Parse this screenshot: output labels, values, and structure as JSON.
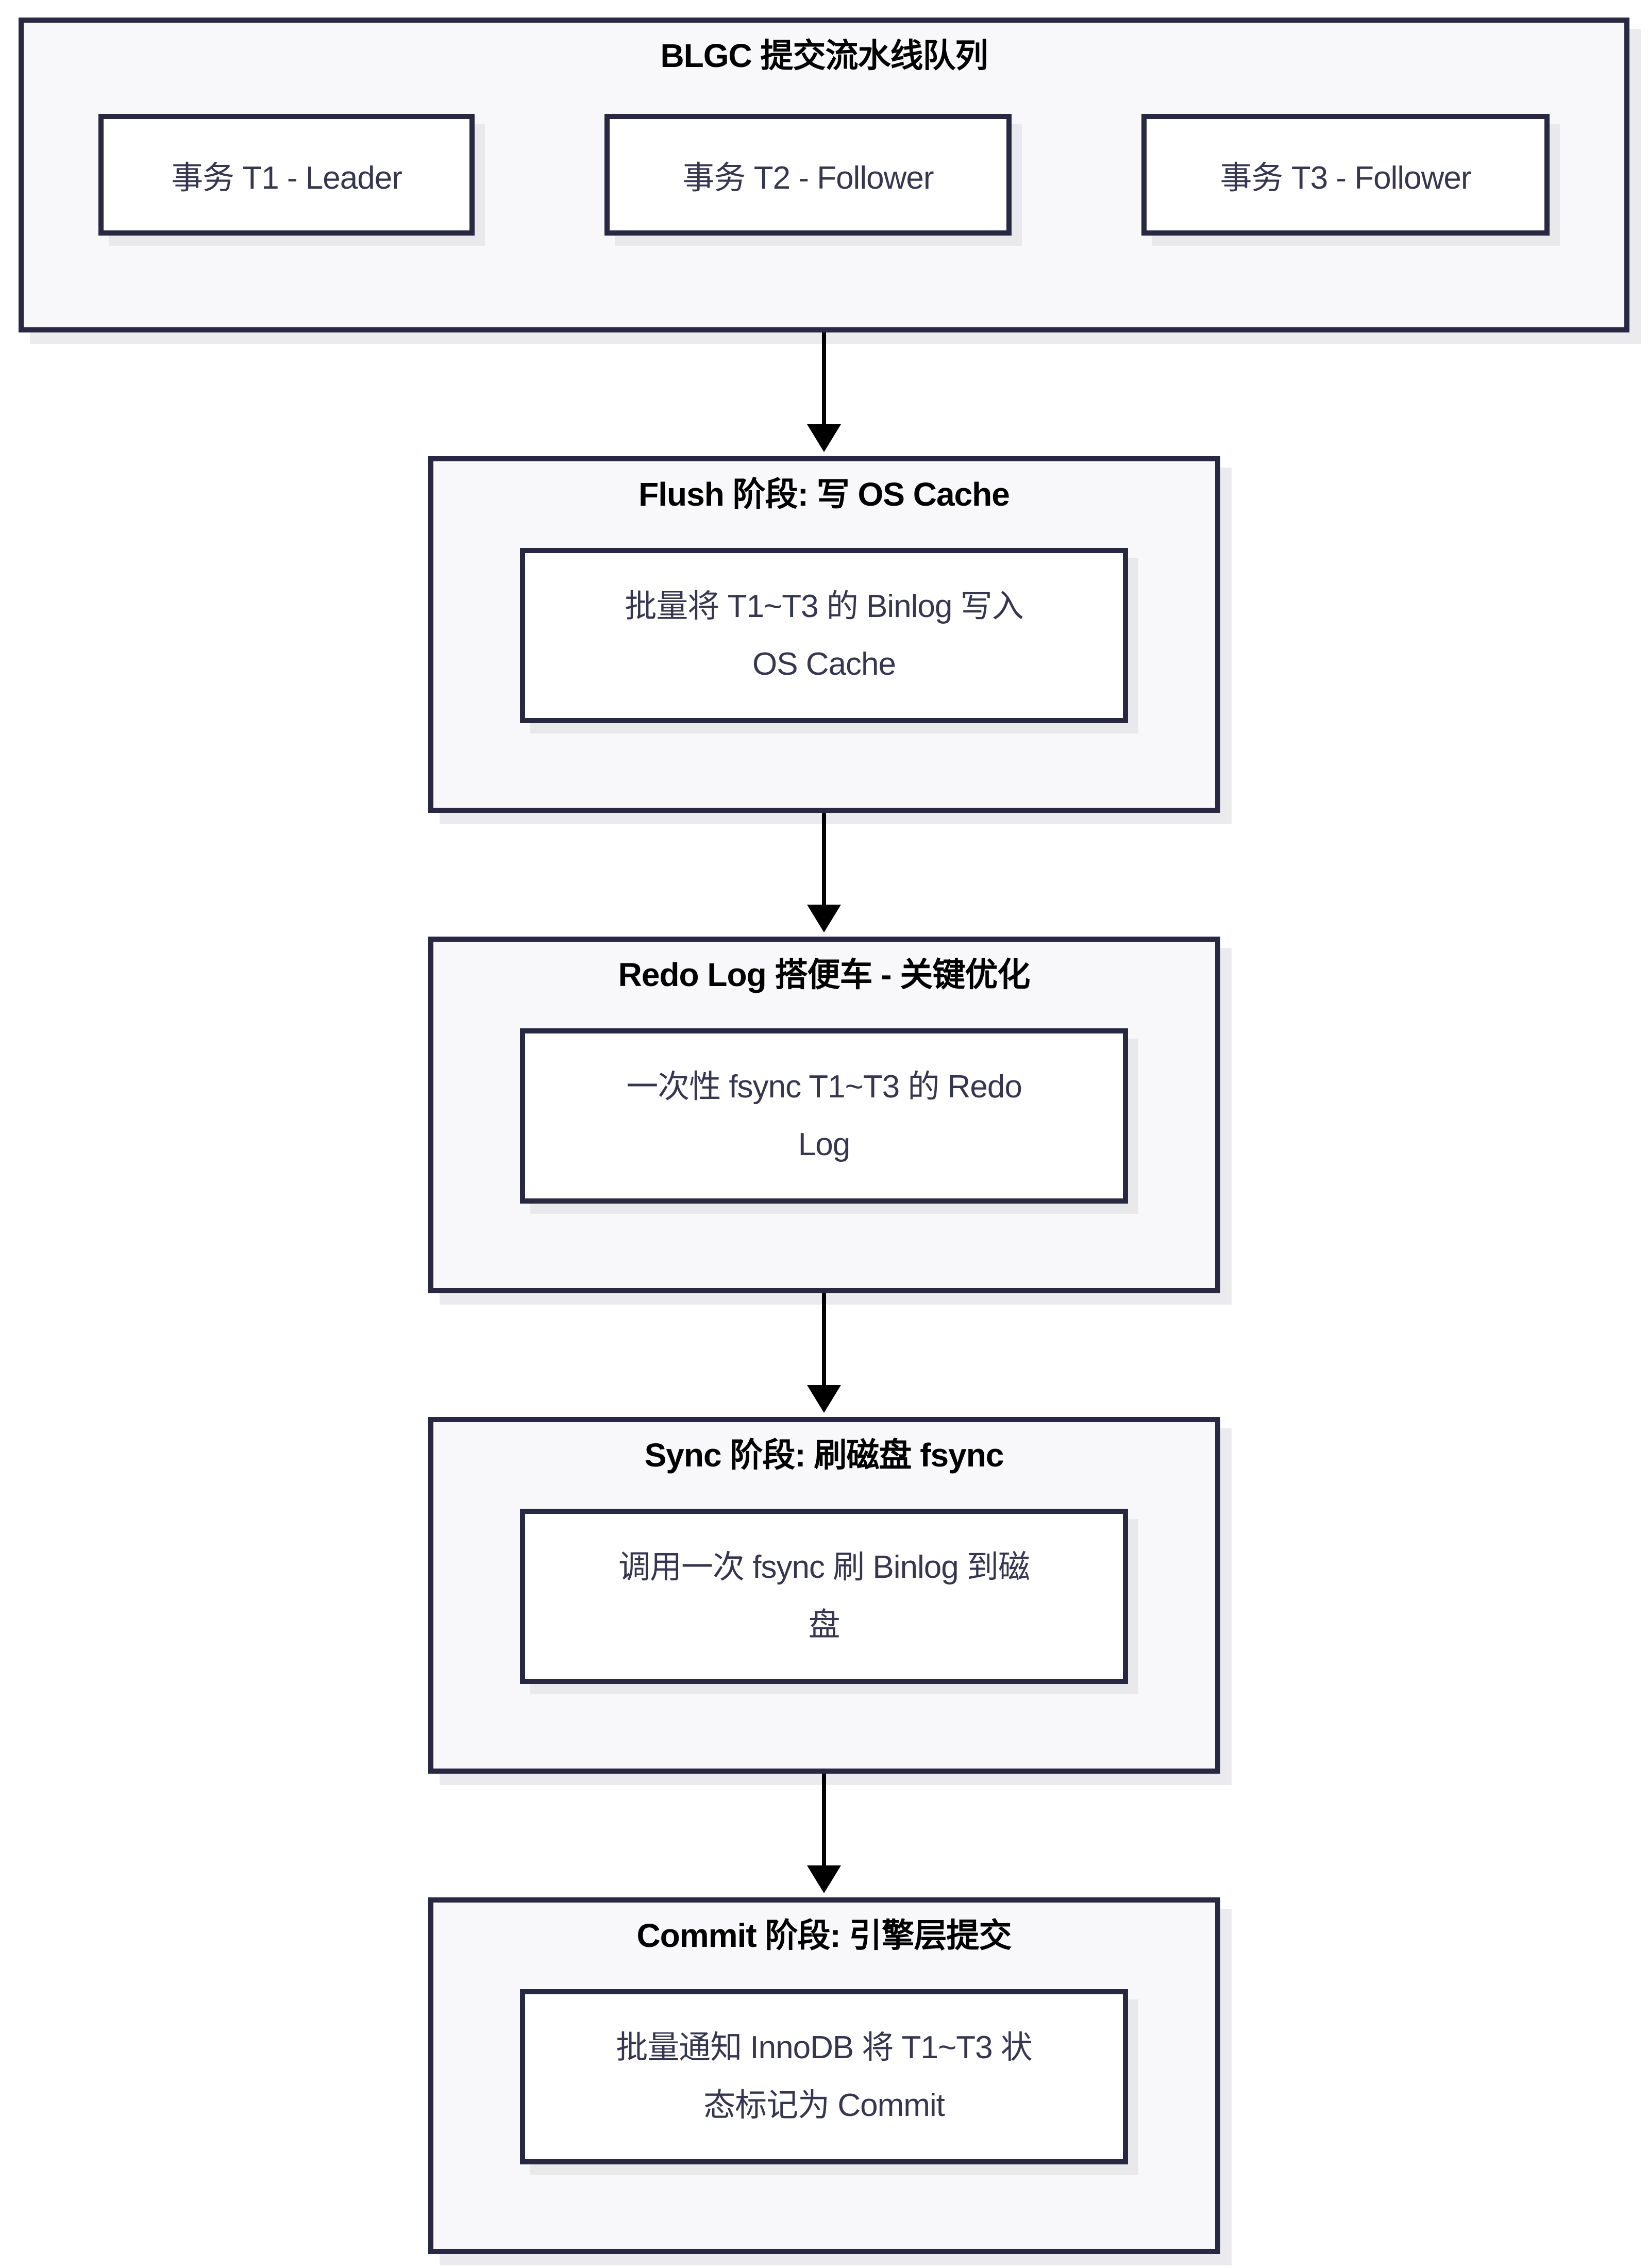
{
  "queue": {
    "title": "BLGC 提交流水线队列",
    "transactions": [
      {
        "label": "事务 T1 - Leader"
      },
      {
        "label": "事务 T2 - Follower"
      },
      {
        "label": "事务 T3 - Follower"
      }
    ]
  },
  "stages": [
    {
      "title": "Flush 阶段: 写 OS Cache",
      "lines": [
        "批量将 T1~T3 的 Binlog 写入",
        "OS Cache"
      ]
    },
    {
      "title": "Redo Log 搭便车 - 关键优化",
      "lines": [
        "一次性 fsync T1~T3 的 Redo",
        "Log"
      ]
    },
    {
      "title": "Sync 阶段: 刷磁盘 fsync",
      "lines": [
        "调用一次 fsync 刷 Binlog 到磁",
        "盘"
      ]
    },
    {
      "title": "Commit 阶段: 引擎层提交",
      "lines": [
        "批量通知 InnoDB 将 T1~T3 状",
        "态标记为 Commit"
      ]
    }
  ],
  "colors": {
    "border": "#282843",
    "container_fill": "#f8f8fa",
    "node_fill": "#ffffff",
    "title_color": "#000000",
    "text_color": "#363650",
    "arrow_color": "#000000",
    "shadow": "#ebebee",
    "page_bg": "#ffffff"
  }
}
